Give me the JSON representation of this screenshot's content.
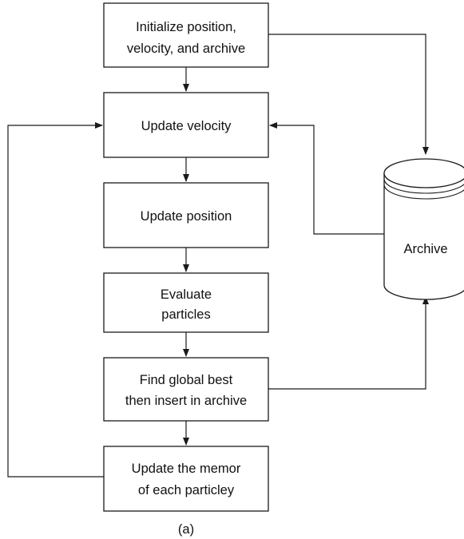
{
  "diagram": {
    "nodes": {
      "init": {
        "line1": "Initialize position,",
        "line2": "velocity, and archive"
      },
      "update_velocity": {
        "label": "Update velocity"
      },
      "update_position": {
        "label": "Update position"
      },
      "evaluate": {
        "line1": "Evaluate",
        "line2": "particles"
      },
      "global_best": {
        "line1": "Find global best",
        "line2": "then insert in archive"
      },
      "update_memory": {
        "line1": "Update the memor",
        "line2": "of each particley"
      },
      "archive": {
        "label": "Archive"
      }
    },
    "caption": "(a)"
  }
}
